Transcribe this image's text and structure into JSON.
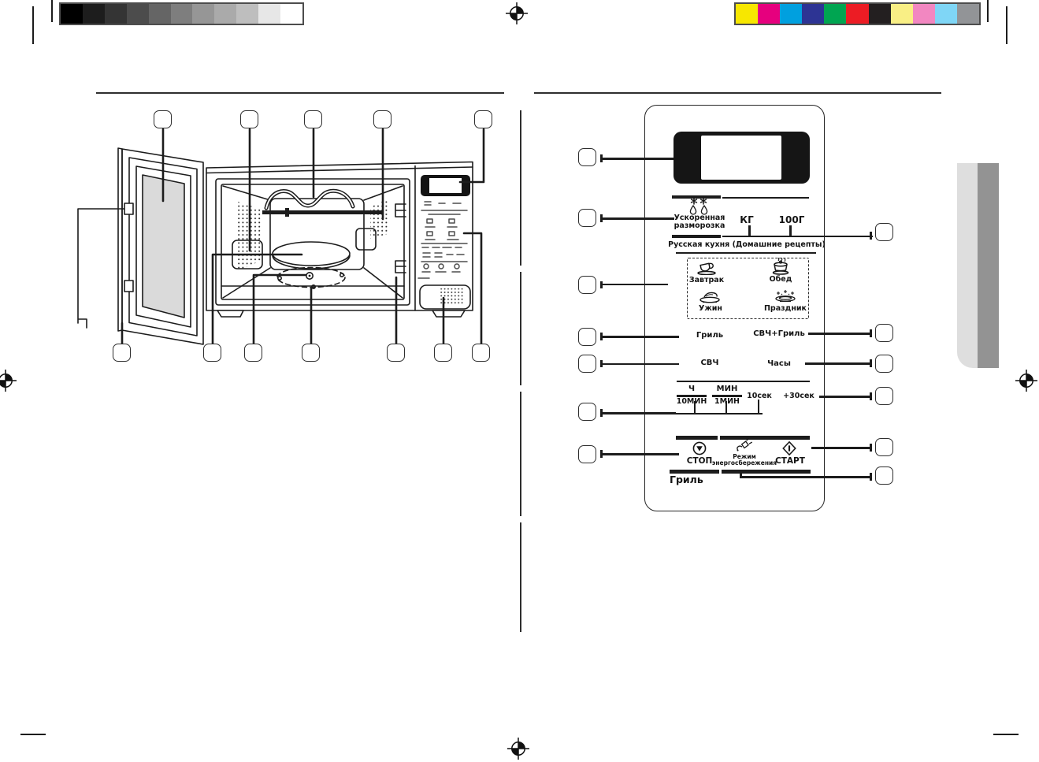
{
  "colors": {
    "ink": "#1c1c1c",
    "page_bg": "#ffffff",
    "display_bg": "#151515",
    "glass": "#dadada",
    "tab_light": "#dedede",
    "tab_dark": "#939393"
  },
  "calibration": {
    "grayscale": [
      "#000000",
      "#1d1d1d",
      "#343434",
      "#4c4c4c",
      "#656565",
      "#7e7e7e",
      "#969696",
      "#aaaaaa",
      "#bebebe",
      "#e7e7e7",
      "#ffffff"
    ],
    "colorbar": [
      "#f7e700",
      "#e6007e",
      "#00a0df",
      "#2d3494",
      "#00a551",
      "#ec1c24",
      "#231f20",
      "#f9ef85",
      "#f287c1",
      "#7fd6f6",
      "#929497"
    ]
  },
  "left_figure": {
    "top_callouts": [
      "",
      "",
      "",
      "",
      ""
    ],
    "bottom_callouts": [
      "",
      "",
      "",
      "",
      "",
      "",
      ""
    ]
  },
  "panel": {
    "defrost": {
      "line1": "Ускоренная",
      "line2": "разморозка"
    },
    "weight": {
      "kg": "КГ",
      "g100": "100Г"
    },
    "cuisine": {
      "title": "Русская кухня (Домашние рецепты)",
      "items": [
        {
          "label": "Завтрак",
          "icon": "cup"
        },
        {
          "label": "Обед",
          "icon": "pot"
        },
        {
          "label": "Ужин",
          "icon": "plate"
        },
        {
          "label": "Праздник",
          "icon": "festive-dish"
        }
      ]
    },
    "modes": {
      "grill": "Гриль",
      "mw_grill": "СВЧ+Гриль",
      "mw": "СВЧ",
      "clock": "Часы"
    },
    "time": {
      "hours_num": "Ч",
      "hours_den": "10МИН",
      "min_num": "МИН",
      "min_den": "1МИН",
      "sec10": "10сек",
      "plus30": "+30сек"
    },
    "actions": {
      "stop": "СТОП",
      "eco_line1": "Режим",
      "eco_line2": "энергосбережения",
      "start": "СТАРТ"
    },
    "model_label": "Гриль",
    "left_callouts": [
      "",
      "",
      "",
      "",
      "",
      "",
      ""
    ],
    "right_callouts": [
      "",
      "",
      "",
      "",
      "",
      ""
    ]
  }
}
